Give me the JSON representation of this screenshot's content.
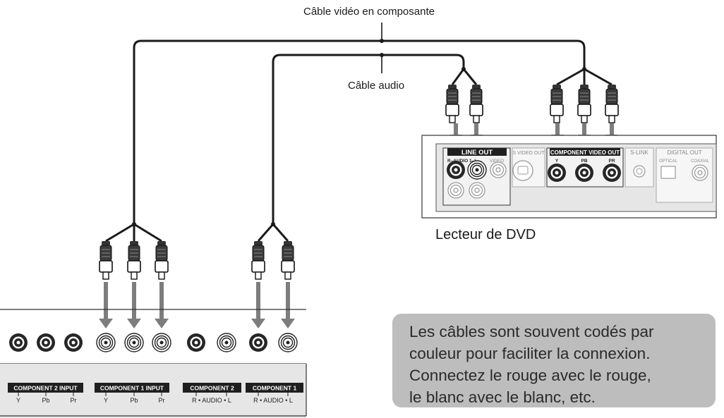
{
  "labels": {
    "video_cable": "Câble vidéo en composante",
    "audio_cable": "Câble audio",
    "dvd_player": "Lecteur de DVD"
  },
  "dvd_panel": {
    "line_out": "LINE OUT",
    "audio_jacks": "R–AUDIO 1–L",
    "video": "VIDEO",
    "s_video_out": "S VIDEO OUT",
    "component_video_out": "COMPONENT VIDEO OUT",
    "y": "Y",
    "pb": "PB",
    "pr": "PR",
    "s_link": "S-LINK",
    "digital_out": "DIGITAL OUT",
    "optical": "OPTICAL",
    "coaxial": "COAXIAL"
  },
  "tv_panel": {
    "groups": [
      {
        "title": "COMPONENT 2 INPUT",
        "sub": [
          "Y",
          "Pb",
          "Pr"
        ]
      },
      {
        "title": "COMPONENT 1 INPUT",
        "sub": [
          "Y",
          "Pb",
          "Pr"
        ]
      },
      {
        "title": "COMPONENT 2",
        "sub": [
          "R • AUDIO • L"
        ]
      },
      {
        "title": "COMPONENT 1",
        "sub": [
          "R • AUDIO • L"
        ]
      }
    ]
  },
  "tip": {
    "lines": [
      "Les câbles sont souvent codés par",
      "couleur pour faciliter la connexion.",
      "Connectez le rouge avec le rouge,",
      "le blanc avec le blanc, etc."
    ]
  },
  "colors": {
    "panel_fill": "#e6e6e6",
    "cable": "#1a1a1a",
    "arrow": "#7d7d7d",
    "tip_bg": "#bdbdbd",
    "jack_dark": "#262626"
  }
}
